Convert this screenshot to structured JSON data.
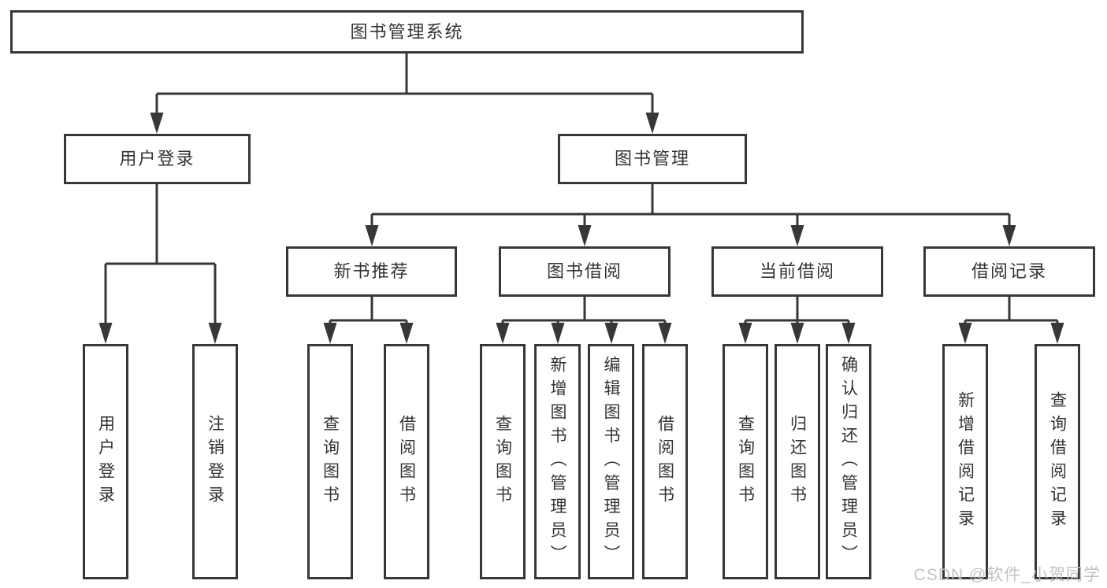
{
  "tree": {
    "label": "图书管理系统",
    "children": [
      {
        "label": "用户登录",
        "children": [
          {
            "label": "用户登录"
          },
          {
            "label": "注销登录"
          }
        ]
      },
      {
        "label": "图书管理",
        "children": [
          {
            "label": "新书推荐",
            "children": [
              {
                "label": "查询图书"
              },
              {
                "label": "借阅图书"
              }
            ]
          },
          {
            "label": "图书借阅",
            "children": [
              {
                "label": "查询图书"
              },
              {
                "label": "新增图书（管理员）"
              },
              {
                "label": "编辑图书（管理员）"
              },
              {
                "label": "借阅图书"
              }
            ]
          },
          {
            "label": "当前借阅",
            "children": [
              {
                "label": "查询图书"
              },
              {
                "label": "归还图书"
              },
              {
                "label": "确认归还（管理员）"
              }
            ]
          },
          {
            "label": "借阅记录",
            "children": [
              {
                "label": "新增借阅记录"
              },
              {
                "label": "查询借阅记录"
              }
            ]
          }
        ]
      }
    ]
  },
  "watermark": "CSDN @软件_小贺同学",
  "colors": {
    "line": "#373737",
    "text": "#333333",
    "watermark": "#c0c0c0"
  }
}
